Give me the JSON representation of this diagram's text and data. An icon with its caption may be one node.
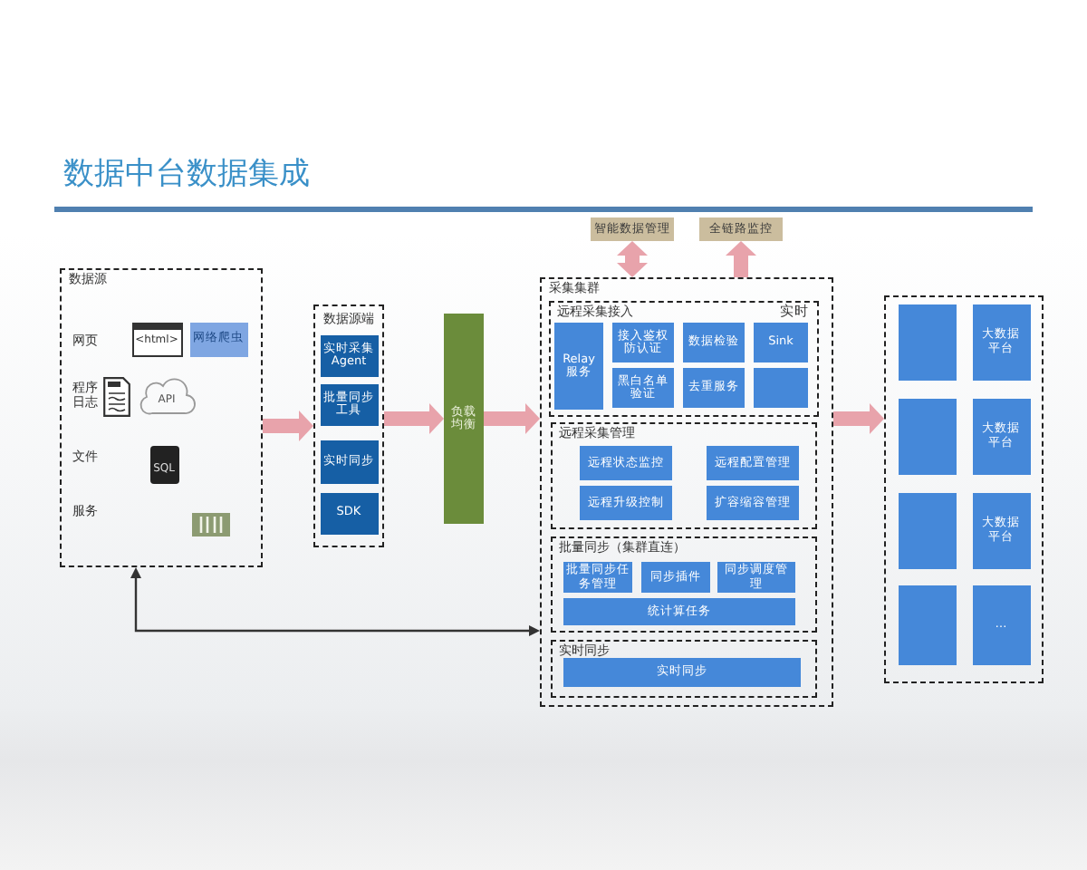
{
  "diagram": {
    "title": "数据中台数据集成",
    "nodes": [
      {
        "text": [
          "智能数据管理"
        ]
      },
      {
        "text": [
          "全链路监控"
        ]
      },
      {
        "text": [
          "数据源"
        ]
      },
      {
        "text": [
          "<html>"
        ],
        "in": 2
      },
      {
        "text": [
          "网络爬虫"
        ],
        "in": 2
      },
      {
        "text": [
          "API"
        ],
        "in": 2
      },
      {
        "text": [
          "SQL"
        ],
        "in": 2
      },
      {
        "text": [
          "数据源端"
        ]
      },
      {
        "text": [
          "实时采集 Agent"
        ],
        "in": 7
      },
      {
        "text": [
          "批量同步工具"
        ],
        "in": 7
      },
      {
        "text": [
          "实时同步"
        ],
        "in": 7
      },
      {
        "text": [
          "SDK"
        ],
        "in": 7
      },
      {
        "text": [
          "负载均衡"
        ]
      },
      {
        "text": [
          "采集集群"
        ]
      },
      {
        "text": [
          "远程采集接入",
          "实时"
        ],
        "in": 13
      },
      {
        "text": [
          "Relay 服务"
        ],
        "in": 14
      },
      {
        "text": [
          "接入鉴权防认证"
        ],
        "in": 14
      },
      {
        "text": [
          "数据检验"
        ],
        "in": 14
      },
      {
        "text": [
          "Sink"
        ],
        "in": 14
      },
      {
        "text": [
          "黑白名单验证"
        ],
        "in": 14
      },
      {
        "text": [
          "去重服务"
        ],
        "in": 14
      },
      {
        "text": [],
        "shape": "box",
        "in": 14
      },
      {
        "text": [
          "远程采集管理"
        ],
        "in": 13
      },
      {
        "text": [
          "远程状态监控"
        ],
        "in": 22
      },
      {
        "text": [
          "远程配置管理"
        ],
        "in": 22
      },
      {
        "text": [
          "远程升级控制"
        ],
        "in": 22
      },
      {
        "text": [
          "扩容缩容管理"
        ],
        "in": 22
      },
      {
        "text": [
          "批量同步（集群直连）"
        ],
        "in": 13
      },
      {
        "text": [
          "批量同步任务管理"
        ],
        "in": 27
      },
      {
        "text": [
          "同步插件"
        ],
        "in": 27
      },
      {
        "text": [
          "同步调度管理"
        ],
        "in": 27
      },
      {
        "text": [
          "统计算任务"
        ],
        "in": 27
      },
      {
        "text": [
          "实时同步"
        ],
        "in": 13
      },
      {
        "text": [
          "实时同步"
        ],
        "in": 32
      },
      {
        "text": [],
        "shape": "box"
      },
      {
        "text": [],
        "shape": "box",
        "in": 34
      },
      {
        "text": [
          "大数据平台"
        ],
        "in": 34
      },
      {
        "text": [],
        "shape": "box",
        "in": 34
      },
      {
        "text": [
          "大数据平台"
        ],
        "in": 34
      },
      {
        "text": [],
        "shape": "box",
        "in": 34
      },
      {
        "text": [
          "大数据平台"
        ],
        "in": 34
      },
      {
        "text": [],
        "shape": "box",
        "in": 34
      },
      {
        "text": [
          "…"
        ],
        "in": 34
      }
    ],
    "edges": [
      {
        "from": 2,
        "to": 7,
        "arrow": "to"
      },
      {
        "from": 7,
        "to": 12,
        "arrow": "to"
      },
      {
        "from": 12,
        "to": 13,
        "arrow": "to"
      },
      {
        "from": 13,
        "to": 34,
        "arrow": "to"
      },
      {
        "from": 0,
        "to": 13,
        "arrow": "both"
      },
      {
        "from": 13,
        "to": 1,
        "arrow": "to"
      },
      {
        "from": 2,
        "to": 13,
        "arrow": "both",
        "color": "#333333"
      }
    ],
    "labels": [
      "网页",
      "程序日志",
      "文件",
      "服务"
    ]
  }
}
